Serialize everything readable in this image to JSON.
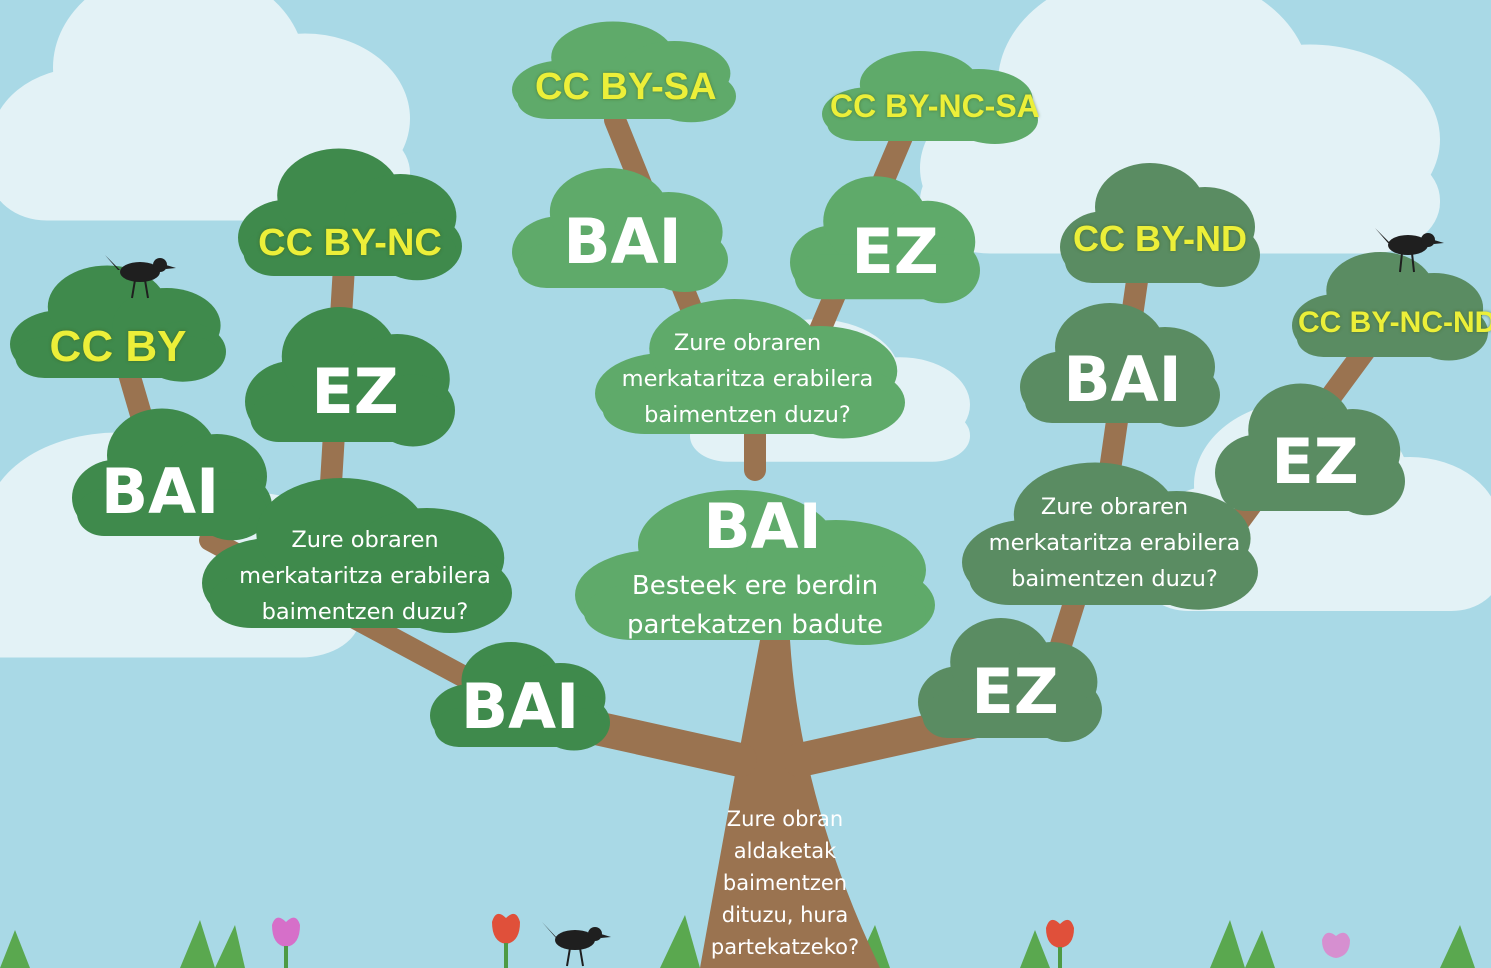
{
  "licenses": {
    "cc_by": "CC BY",
    "cc_by_nc": "CC BY-NC",
    "cc_by_sa": "CC BY-SA",
    "cc_by_nc_sa": "CC BY-NC-SA",
    "cc_by_nd": "CC BY-ND",
    "cc_by_nc_nd": "CC BY-NC-ND"
  },
  "answers": {
    "yes": "BAI",
    "no": "EZ"
  },
  "questions": {
    "root": [
      "Zure obran",
      "aldaketak",
      "baimentzen",
      "dituzu, hura",
      "partekatzeko?"
    ],
    "commercial": [
      "Zure obraren",
      "merkataritza erabilera",
      "baimentzen duzu?"
    ],
    "share_alike": [
      "Besteek ere berdin",
      "partekatzen badute"
    ]
  },
  "colors": {
    "sky": "#a9d9e6",
    "cloud": "#e3f2f6",
    "trunk": "#9a7350",
    "leaf_dark": "#3f8a4c",
    "leaf_mid": "#4f9a5c",
    "leaf_light": "#5faa6a",
    "leaf_grey": "#5a8c62",
    "license_text": "#ecef39"
  }
}
